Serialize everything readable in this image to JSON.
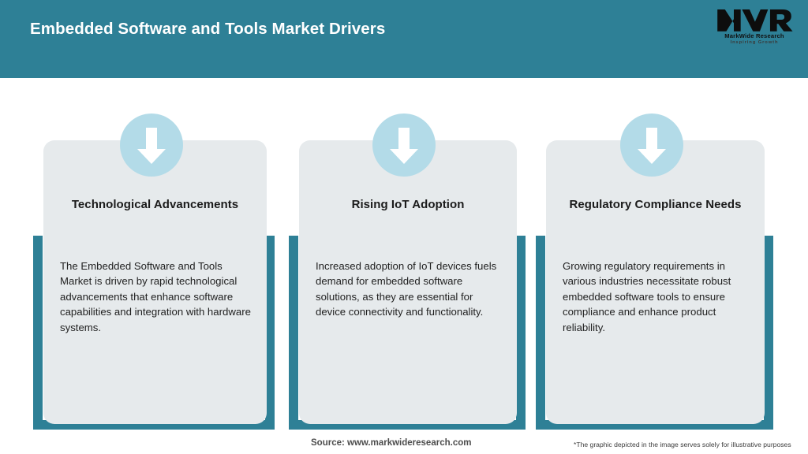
{
  "header": {
    "title": "Embedded Software and Tools Market Drivers",
    "background_color": "#2e8096",
    "title_color": "#ffffff"
  },
  "logo": {
    "mark": "MWR",
    "name": "MarkWide Research",
    "tagline": "Inspiring Growth"
  },
  "cards": [
    {
      "icon": "down-arrow-icon",
      "title": "Technological Advancements",
      "body": "The Embedded Software and Tools Market is driven by rapid technological advancements that enhance software capabilities and integration with hardware systems."
    },
    {
      "icon": "down-arrow-icon",
      "title": "Rising IoT Adoption",
      "body": "Increased adoption of IoT devices fuels demand for embedded software solutions, as they are essential for device connectivity and functionality."
    },
    {
      "icon": "down-arrow-icon",
      "title": "Regulatory Compliance Needs",
      "body": "Growing regulatory requirements in various industries necessitate robust embedded software tools to ensure compliance and enhance product reliability."
    }
  ],
  "footer": {
    "source": "Source: www.markwideresearch.com",
    "disclaimer": "*The graphic depicted in the image serves solely for illustrative purposes"
  },
  "theme": {
    "teal": "#2e8096",
    "panel_grey": "#e6eaec",
    "badge_blue": "#b3dbe8",
    "arrow_white": "#ffffff"
  }
}
